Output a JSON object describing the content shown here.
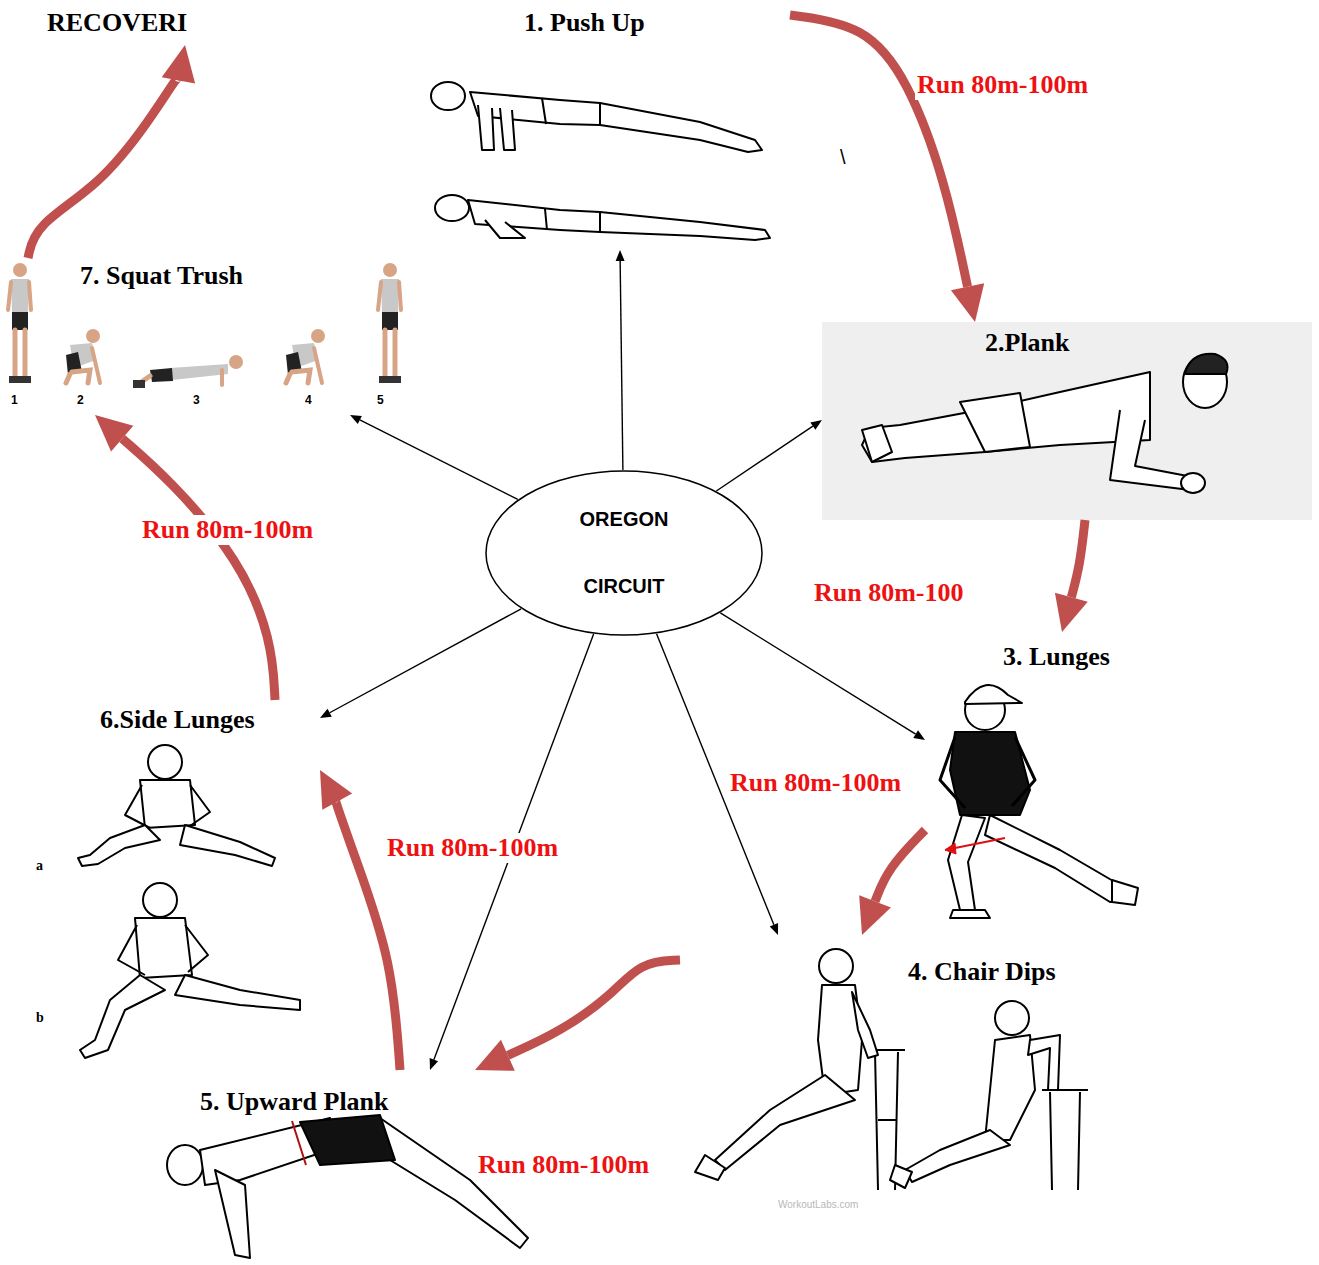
{
  "diagram": {
    "nodes": [
      {
        "text": [
          "OREGON CIRCUIT"
        ]
      },
      {
        "text": [
          "1. Push Up"
        ]
      },
      {
        "text": [
          "2.Plank"
        ]
      },
      {
        "text": [
          "3. Lunges"
        ]
      },
      {
        "text": [
          "4. Chair Dips"
        ]
      },
      {
        "text": [
          "5. Upward Plank"
        ]
      },
      {
        "text": [
          "6.Side Lunges"
        ]
      },
      {
        "text": [
          "7. Squat Trush"
        ]
      },
      {
        "text": [
          "RECOVERI"
        ]
      }
    ],
    "edges": [
      {
        "from": 0,
        "to": 1,
        "arrow": "to"
      },
      {
        "from": 0,
        "to": 2,
        "arrow": "to"
      },
      {
        "from": 0,
        "to": 3,
        "arrow": "to"
      },
      {
        "from": 0,
        "to": 4,
        "arrow": "to"
      },
      {
        "from": 0,
        "to": 5,
        "arrow": "to"
      },
      {
        "from": 0,
        "to": 6,
        "arrow": "to"
      },
      {
        "from": 0,
        "to": 7,
        "arrow": "to"
      },
      {
        "from": 1,
        "to": 2,
        "label": "Run 80m-100m",
        "arrow": "to"
      },
      {
        "from": 2,
        "to": 3,
        "label": "Run 80m-100",
        "arrow": "to"
      },
      {
        "from": 3,
        "to": 4,
        "label": "Run 80m-100m",
        "arrow": "to"
      },
      {
        "from": 4,
        "to": 5,
        "label": "Run 80m-100m",
        "arrow": "to"
      },
      {
        "from": 5,
        "to": 6,
        "label": "Run 80m-100m",
        "arrow": "to"
      },
      {
        "from": 6,
        "to": 7,
        "label": "Run 80m-100m",
        "arrow": "to"
      },
      {
        "from": 7,
        "to": 8,
        "arrow": "to"
      }
    ],
    "labels": [
      "1",
      "2",
      "3",
      "4",
      "5",
      "a",
      "b",
      "WorkoutLabs.com",
      "\\"
    ]
  }
}
